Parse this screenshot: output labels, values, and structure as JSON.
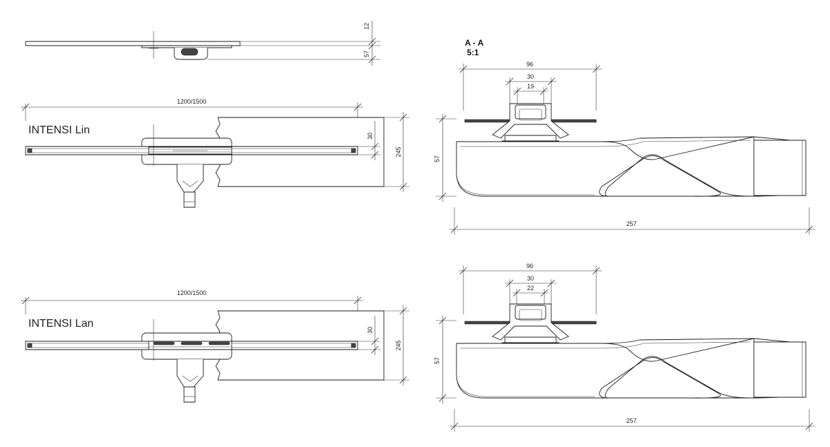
{
  "views": {
    "top": {
      "dim_thickness": "12",
      "dim_height": "57"
    },
    "lin": {
      "label": "INTENSI Lin",
      "dim_length": "1200/1500",
      "dim_width": "30",
      "dim_depth": "245"
    },
    "lan": {
      "label": "INTENSI Lan",
      "dim_length": "1200/1500",
      "dim_width": "30",
      "dim_depth": "245"
    }
  },
  "sections": {
    "title": "A - A",
    "scale": "5:1",
    "upper": {
      "dim_flange": "96",
      "dim_outer": "30",
      "dim_inner": "19",
      "dim_height": "57",
      "dim_length": "257"
    },
    "lower": {
      "dim_flange": "96",
      "dim_outer": "30",
      "dim_inner": "22",
      "dim_height": "57",
      "dim_length": "257"
    }
  }
}
